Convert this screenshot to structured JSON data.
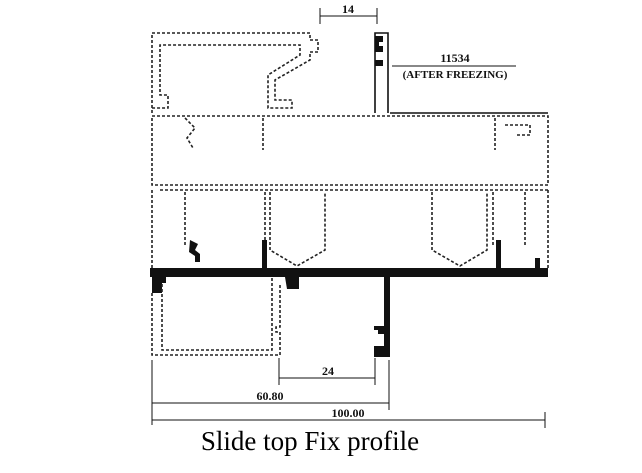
{
  "caption": "Slide top Fix profile",
  "dimensions": {
    "top_gap": "14",
    "height_value": "11534",
    "height_note": "(AFTER FREEZING)",
    "bottom_gap": "24",
    "partial_width": "60.80",
    "total_width": "100.00"
  }
}
